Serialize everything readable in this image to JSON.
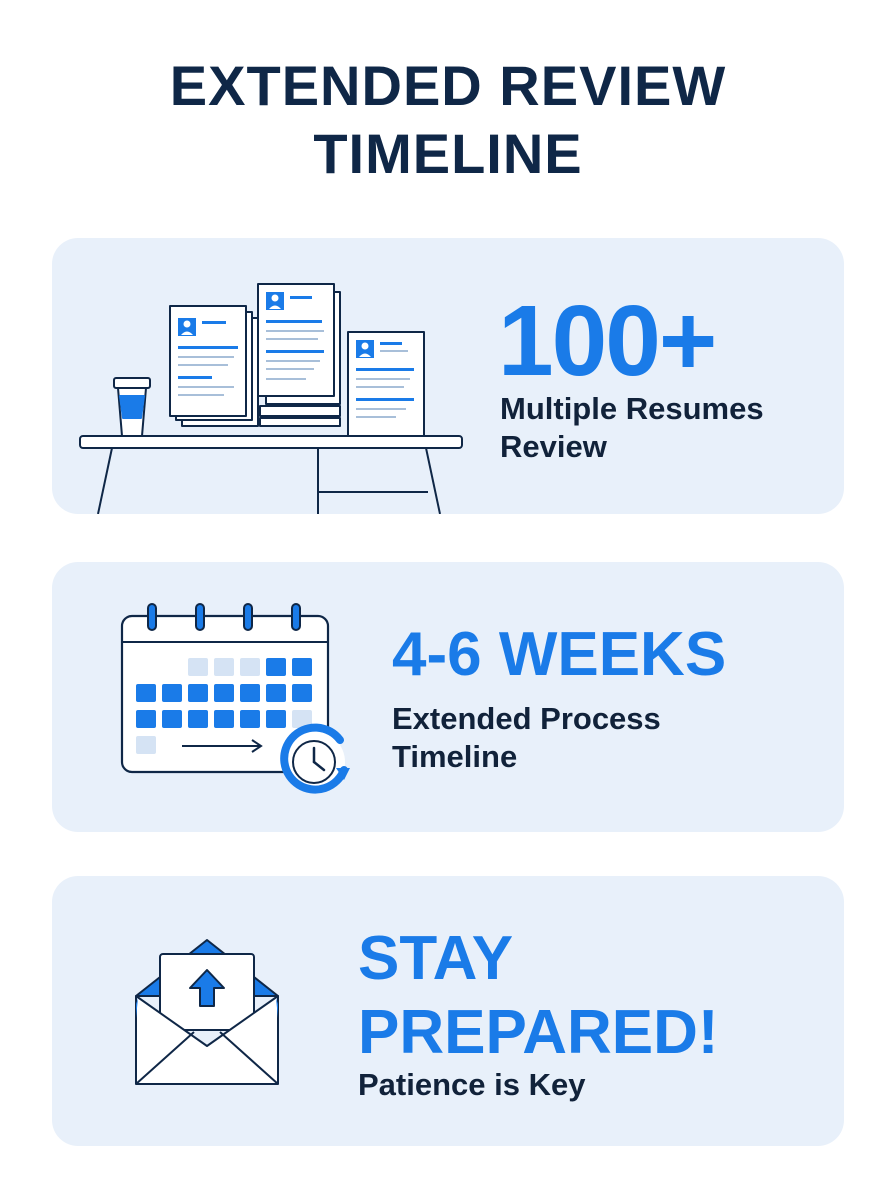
{
  "header": {
    "title_line1": "EXTENDED REVIEW",
    "title_line2": "TIMELINE"
  },
  "cards": [
    {
      "headline": "100+",
      "sub_line1": "Multiple Resumes",
      "sub_line2": "Review",
      "icon": "resume-desk-icon"
    },
    {
      "headline": "4-6 WEEKS",
      "sub_line1": "Extended Process",
      "sub_line2": "Timeline",
      "icon": "calendar-clock-icon"
    },
    {
      "headline_line1": "STAY",
      "headline_line2": "PREPARED!",
      "sub_line1": "Patience is Key",
      "icon": "envelope-upload-icon"
    }
  ],
  "colors": {
    "accent": "#1a7be8",
    "navy": "#0f2747",
    "card_bg": "#e8f0fa",
    "light_cell": "#d5e3f4"
  }
}
